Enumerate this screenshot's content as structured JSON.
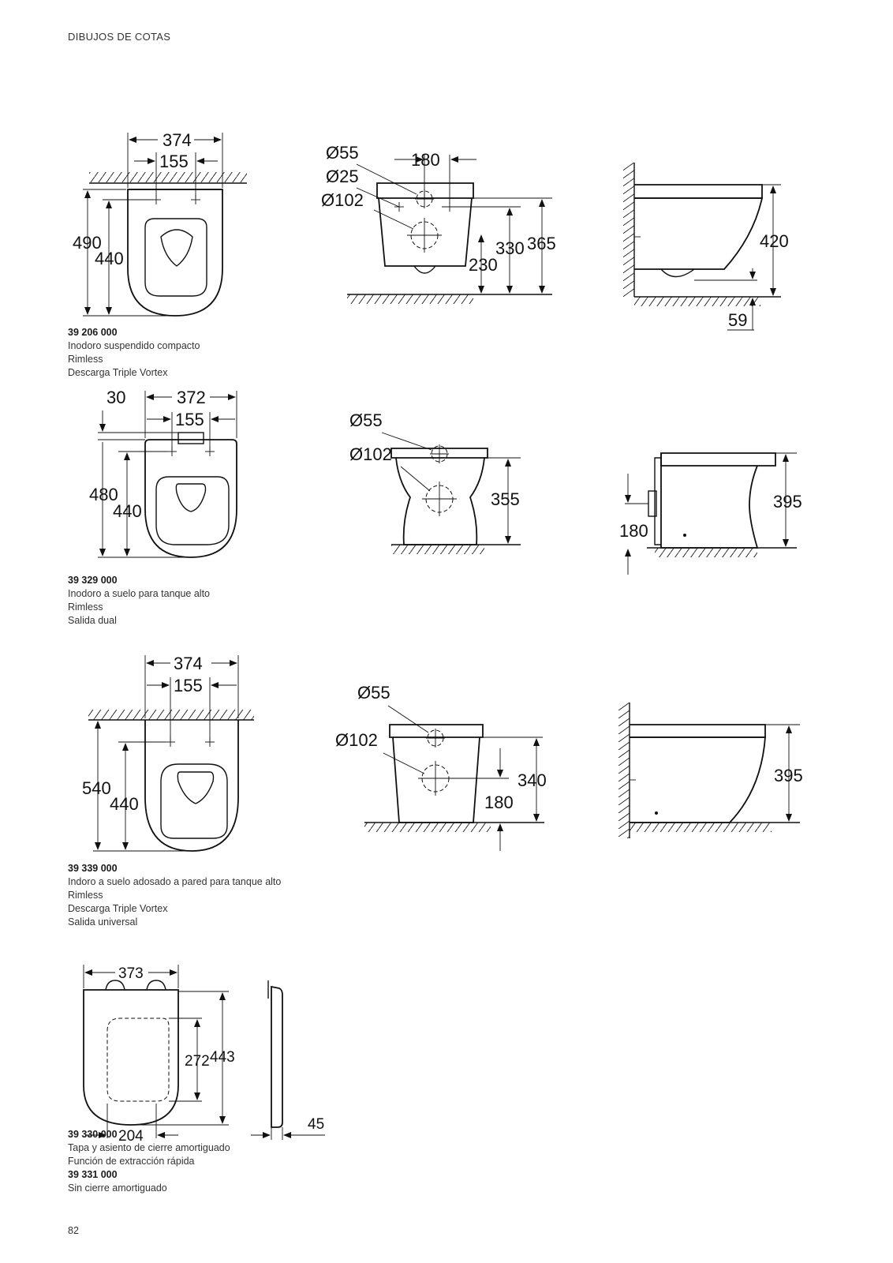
{
  "header": {
    "title": "DIBUJOS DE COTAS"
  },
  "products": [
    {
      "code": "39 206 000",
      "lines": [
        "Inodoro suspendido compacto",
        "Rimless",
        "Descarga Triple Vortex"
      ],
      "dims": {
        "top_width": "374",
        "top_holes": "155",
        "top_len": "490",
        "top_seat": "440",
        "front_d1": "Ø55",
        "front_d2": "Ø25",
        "front_d3": "Ø102",
        "front_w": "180",
        "front_h1": "230",
        "front_h2": "330",
        "front_h3": "365",
        "side_h": "420",
        "side_low": "59"
      }
    },
    {
      "code": "39 329 000",
      "lines": [
        "Inodoro a suelo para tanque alto",
        "Rimless",
        "Salida dual"
      ],
      "dims": {
        "top_off": "30",
        "top_width": "372",
        "top_holes": "155",
        "top_len": "480",
        "top_seat": "440",
        "front_d1": "Ø55",
        "front_d3": "Ø102",
        "front_h": "355",
        "side_h": "395",
        "side_low": "180"
      }
    },
    {
      "code": "39 339 000",
      "lines": [
        "Indoro a suelo adosado a pared para tanque alto",
        "Rimless",
        "Descarga Triple Vortex",
        "Salida universal"
      ],
      "dims": {
        "top_width": "374",
        "top_holes": "155",
        "top_len": "540",
        "top_seat": "440",
        "front_d1": "Ø55",
        "front_d3": "Ø102",
        "front_h1": "340",
        "front_h2": "180",
        "side_h": "395"
      }
    },
    {
      "code": "39 330 000",
      "lines": [
        "Tapa y asiento de cierre amortiguado",
        "Función de extracción rápida"
      ],
      "code2": "39 331 000",
      "lines2": [
        "Sin cierre amortiguado"
      ],
      "dims": {
        "width": "373",
        "inner_h": "272",
        "outer_h": "443",
        "inner_w": "204",
        "thick": "45"
      }
    }
  ],
  "page_number": "82"
}
